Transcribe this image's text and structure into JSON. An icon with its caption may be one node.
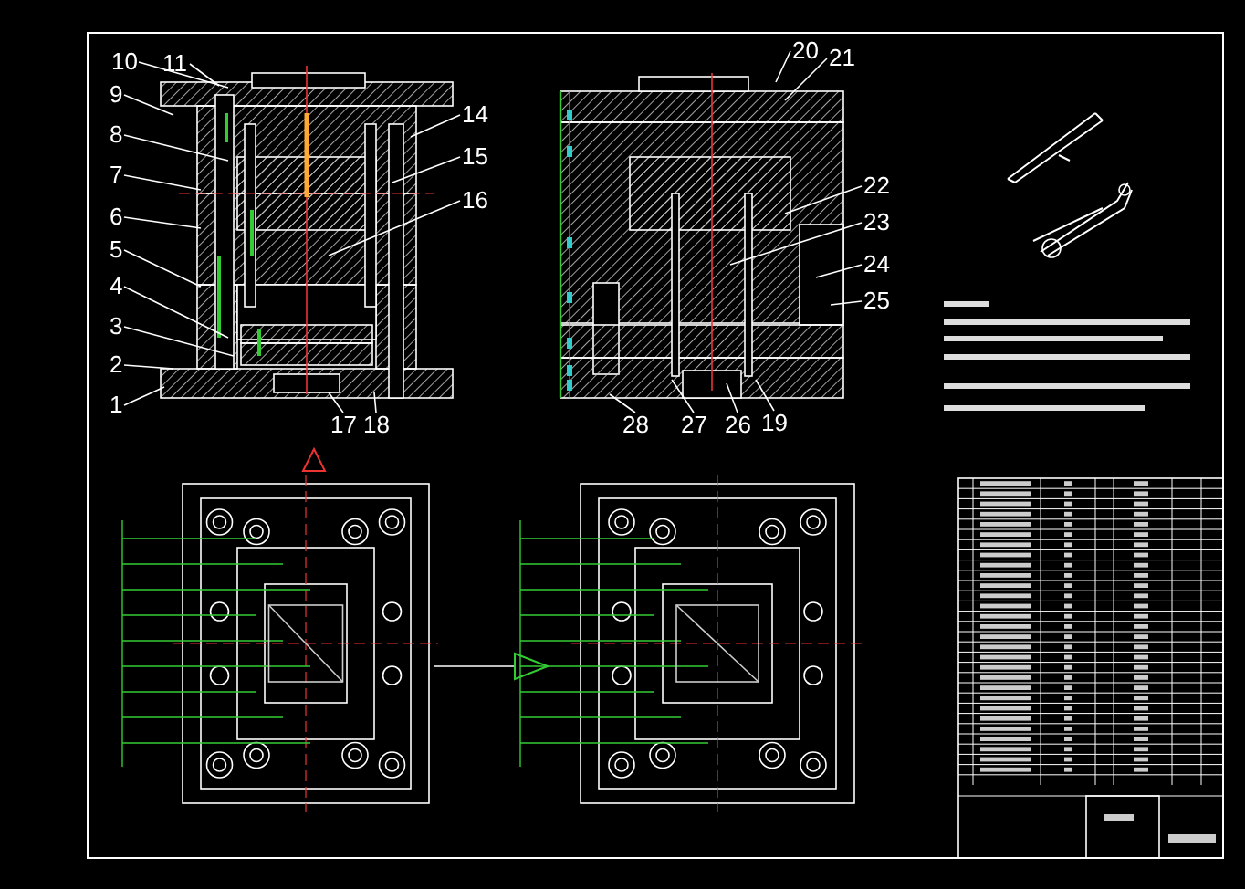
{
  "diagram": {
    "nodes": [
      {
        "text": [
          "10"
        ]
      },
      {
        "text": [
          "11"
        ]
      },
      {
        "text": [
          "9"
        ]
      },
      {
        "text": [
          "8"
        ]
      },
      {
        "text": [
          "7"
        ]
      },
      {
        "text": [
          "6"
        ]
      },
      {
        "text": [
          "5"
        ]
      },
      {
        "text": [
          "4"
        ]
      },
      {
        "text": [
          "3"
        ]
      },
      {
        "text": [
          "2"
        ]
      },
      {
        "text": [
          "1"
        ]
      },
      {
        "text": [
          "14"
        ]
      },
      {
        "text": [
          "15"
        ]
      },
      {
        "text": [
          "16"
        ]
      },
      {
        "text": [
          "17"
        ]
      },
      {
        "text": [
          "18"
        ]
      },
      {
        "text": [
          "20"
        ]
      },
      {
        "text": [
          "21"
        ]
      },
      {
        "text": [
          "22"
        ]
      },
      {
        "text": [
          "23"
        ]
      },
      {
        "text": [
          "24"
        ]
      },
      {
        "text": [
          "25"
        ]
      },
      {
        "text": [
          "28"
        ]
      },
      {
        "text": [
          "27"
        ]
      },
      {
        "text": [
          "26"
        ]
      },
      {
        "text": [
          "19"
        ]
      },
      {
        "text": [],
        "shape": "picture"
      },
      {
        "text": [],
        "shape": "picture"
      }
    ],
    "edges": [
      {
        "from": 0,
        "to": 26,
        "arrow": "none"
      },
      {
        "from": 1,
        "to": 26,
        "arrow": "none"
      },
      {
        "from": 2,
        "to": 26,
        "arrow": "none"
      },
      {
        "from": 3,
        "to": 26,
        "arrow": "none"
      },
      {
        "from": 4,
        "to": 26,
        "arrow": "none"
      },
      {
        "from": 5,
        "to": 26,
        "arrow": "none"
      },
      {
        "from": 6,
        "to": 26,
        "arrow": "none"
      },
      {
        "from": 7,
        "to": 26,
        "arrow": "none"
      },
      {
        "from": 8,
        "to": 26,
        "arrow": "none"
      },
      {
        "from": 9,
        "to": 26,
        "arrow": "none"
      },
      {
        "from": 10,
        "to": 26,
        "arrow": "none"
      },
      {
        "from": 11,
        "to": 26,
        "arrow": "none"
      },
      {
        "from": 12,
        "to": 26,
        "arrow": "none"
      },
      {
        "from": 13,
        "to": 26,
        "arrow": "none"
      },
      {
        "from": 14,
        "to": 26,
        "arrow": "none"
      },
      {
        "from": 15,
        "to": 26,
        "arrow": "none"
      },
      {
        "from": 16,
        "to": 27,
        "arrow": "none"
      },
      {
        "from": 17,
        "to": 27,
        "arrow": "none"
      },
      {
        "from": 18,
        "to": 27,
        "arrow": "none"
      },
      {
        "from": 19,
        "to": 27,
        "arrow": "none"
      },
      {
        "from": 20,
        "to": 27,
        "arrow": "none"
      },
      {
        "from": 21,
        "to": 27,
        "arrow": "none"
      },
      {
        "from": 22,
        "to": 27,
        "arrow": "none"
      },
      {
        "from": 23,
        "to": 27,
        "arrow": "none"
      },
      {
        "from": 24,
        "to": 27,
        "arrow": "none"
      },
      {
        "from": 25,
        "to": 27,
        "arrow": "none"
      }
    ]
  }
}
